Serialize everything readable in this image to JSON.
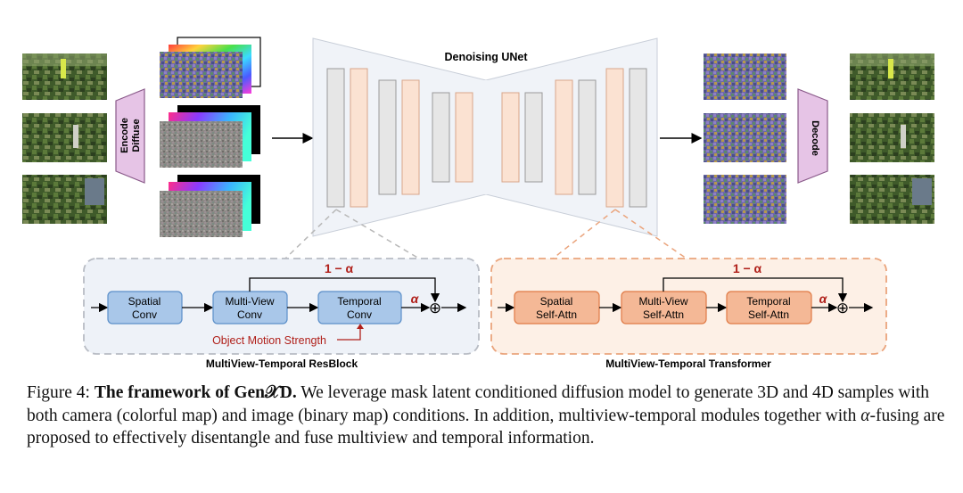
{
  "diagram": {
    "unet_title": "Denoising UNet",
    "encode_label_line1": "Encode",
    "encode_label_line2": "Diffuse",
    "decode_label": "Decode",
    "resblock": {
      "title": "MultiView-Temporal ResBlock",
      "modules": [
        {
          "line1": "Spatial",
          "line2": "Conv"
        },
        {
          "line1": "Multi-View",
          "line2": "Conv"
        },
        {
          "line1": "Temporal",
          "line2": "Conv"
        }
      ],
      "skip_label": "1 − α",
      "alpha_label": "α",
      "motion_label": "Object Motion Strength",
      "sum_symbol": "⊕"
    },
    "transformer": {
      "title": "MultiView-Temporal Transformer",
      "modules": [
        {
          "line1": "Spatial",
          "line2": "Self-Attn"
        },
        {
          "line1": "Multi-View",
          "line2": "Self-Attn"
        },
        {
          "line1": "Temporal",
          "line2": "Self-Attn"
        }
      ],
      "skip_label": "1 − α",
      "alpha_label": "α",
      "sum_symbol": "⊕"
    },
    "colors": {
      "resblock_fill": "#a9c7e9",
      "resblock_stroke": "#5b8fc9",
      "resblock_panel": "#eef2f8",
      "transformer_fill": "#f4b896",
      "transformer_stroke": "#e07a45",
      "transformer_panel": "#fdf0e6",
      "encode_fill": "#e6c4e6",
      "alpha_red": "#b0201a",
      "unet_gray": "#e6e6e6",
      "unet_peach": "#fbe2d2"
    }
  },
  "caption": {
    "figure_label": "Figure 4:",
    "bold_text": "The framework of Gen𝒳D.",
    "text_1": "We leverage mask latent conditioned diffusion model to generate 3D and 4D samples with both camera (colorful map) and image (binary map) conditions. In addition, multiview-temporal modules together with",
    "alpha_symbol": "α",
    "text_2": "-fusing are proposed to effectively disentangle and fuse multiview and temporal information."
  }
}
